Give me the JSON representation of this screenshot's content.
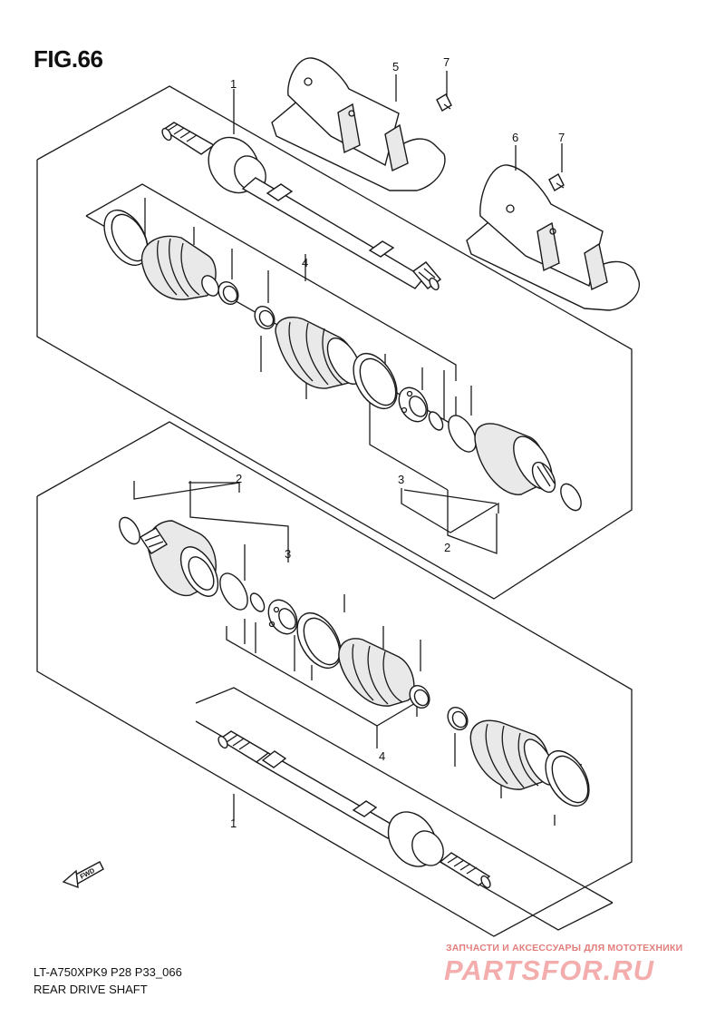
{
  "figure": {
    "title": "FIG.66",
    "model_code": "LT-A750XPK9 P28 P33_066",
    "section_name": "REAR DRIVE SHAFT"
  },
  "callouts": {
    "upper": {
      "shaft": "1",
      "ring": "2",
      "kit": "3",
      "boot_set": "4",
      "guard_a": "5",
      "guard_b": "6",
      "bolt_a": "7",
      "bolt_b": "7"
    },
    "lower": {
      "ring": "2",
      "kit": "3",
      "boot_set": "4",
      "shaft": "1"
    }
  },
  "fwd_label": "FWD",
  "watermark": {
    "tagline": "ЗАПЧАСТИ И АКСЕССУАРЫ ДЛЯ МОТОТЕХНИКИ",
    "logo": "PARTSFOR.RU"
  },
  "colors": {
    "line": "#1a1a1a",
    "watermark": "#e06666"
  }
}
